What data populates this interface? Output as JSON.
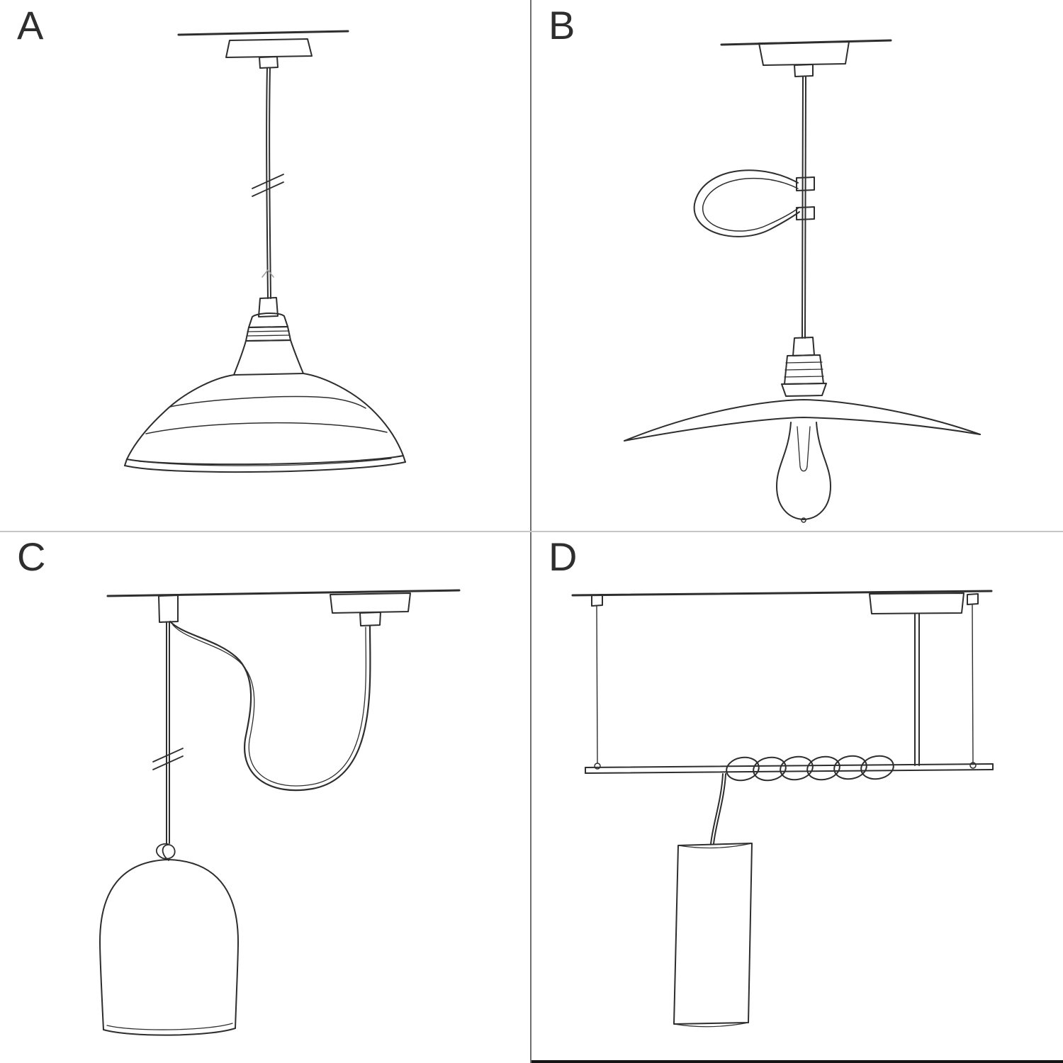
{
  "page": {
    "background": "#ffffff",
    "ink_color": "#2e2e2e",
    "divider_vertical_color": "#6f6f6f",
    "divider_horizontal_color": "#c6c6c6",
    "bottom_border_color": "#151515"
  },
  "panels": [
    {
      "label": "A",
      "sketch": "pendant-with-industrial-bowl-shade"
    },
    {
      "label": "B",
      "sketch": "pendant-with-flat-plate-shade-and-exposed-bulb"
    },
    {
      "label": "C",
      "sketch": "swag-pendant-with-hook-and-bell-shade"
    },
    {
      "label": "D",
      "sketch": "bar-suspension-with-coiled-cable-and-cylinder-shade"
    }
  ]
}
